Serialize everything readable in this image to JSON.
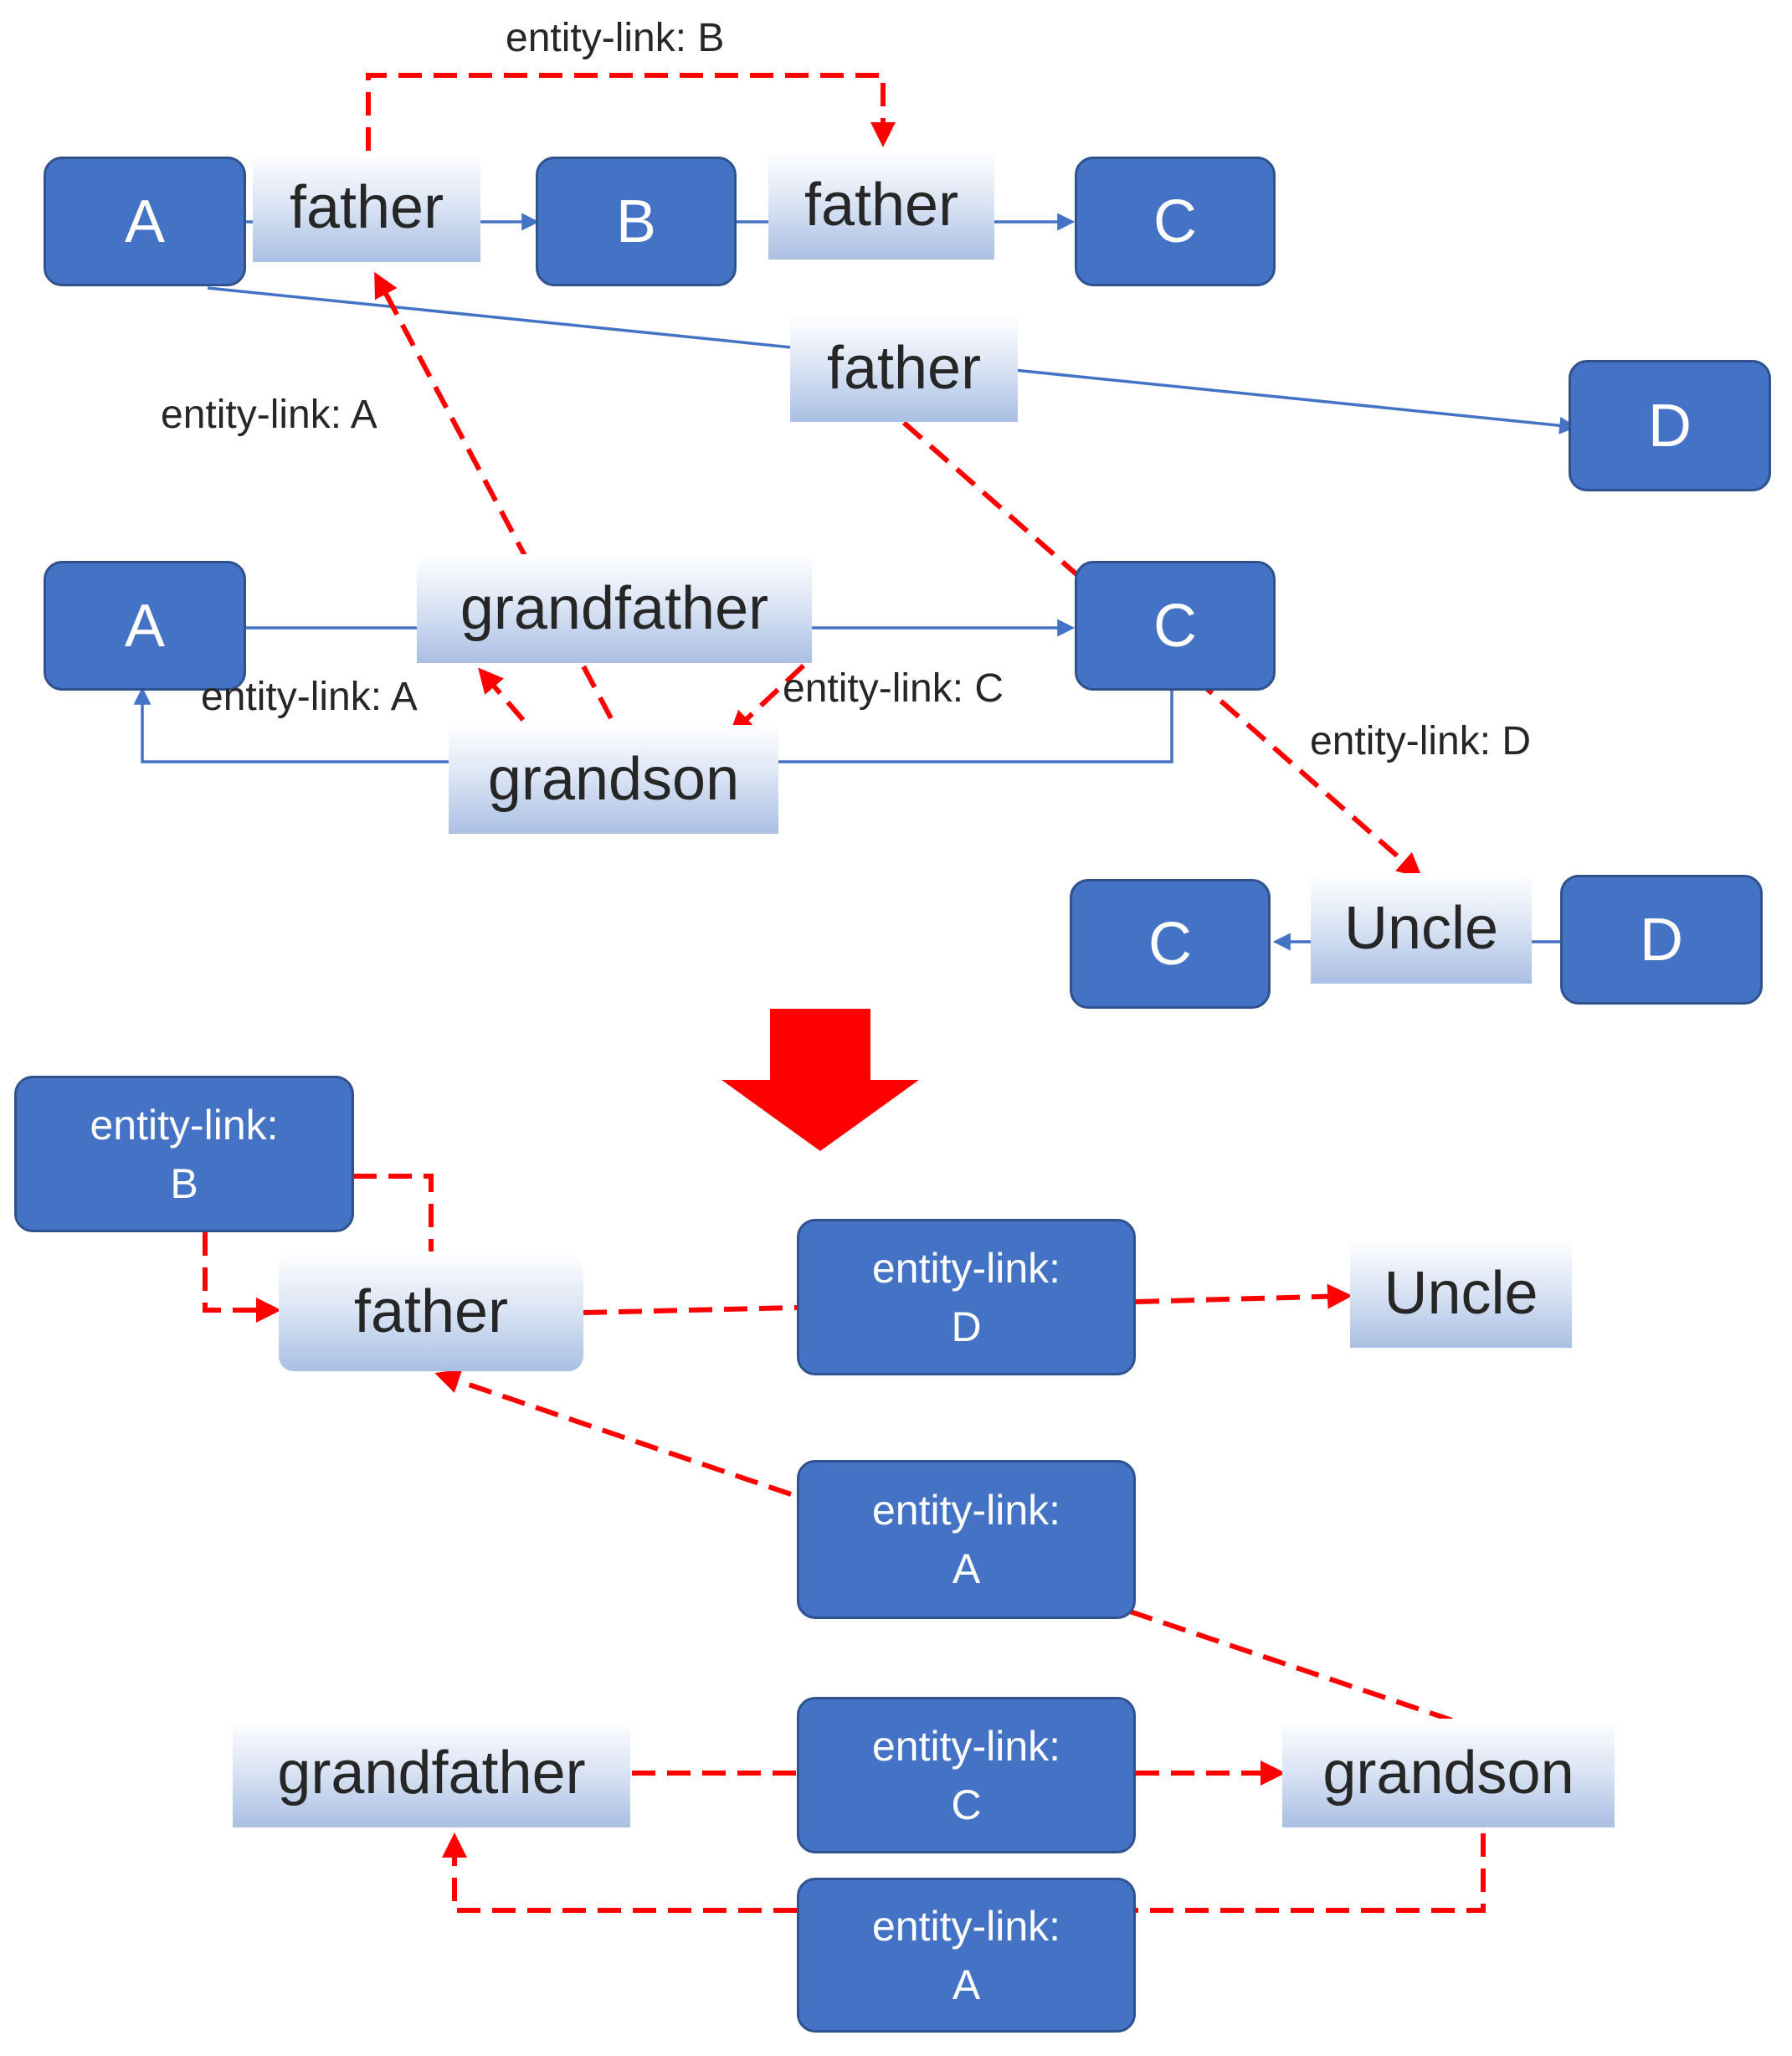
{
  "colors": {
    "node_fill": "#4472C4",
    "node_border": "#2F528F",
    "blue_edge": "#4472C4",
    "red_edge": "#FF0000",
    "text": "#262626"
  },
  "top_graph": {
    "nodes": {
      "a1": "A",
      "b1": "B",
      "c1": "C",
      "d1": "D",
      "a2": "A",
      "c2": "C",
      "c3": "C",
      "d3": "D"
    },
    "relations": {
      "father_ab": "father",
      "father_bc": "father",
      "father_ad": "father",
      "grandfather": "grandfather",
      "grandson": "grandson",
      "uncle": "Uncle"
    },
    "link_labels": {
      "b": "entity-link: B",
      "a_upper": "entity-link: A",
      "a_lower": "entity-link: A",
      "c": "entity-link: C",
      "d": "entity-link: D"
    }
  },
  "bottom_graph": {
    "link_nodes": {
      "b": [
        "entity-link:",
        "B"
      ],
      "d": [
        "entity-link:",
        "D"
      ],
      "a1": [
        "entity-link:",
        "A"
      ],
      "c": [
        "entity-link:",
        "C"
      ],
      "a2": [
        "entity-link:",
        "A"
      ]
    },
    "relations": {
      "father": "father",
      "uncle": "Uncle",
      "grandfather": "grandfather",
      "grandson": "grandson"
    }
  },
  "transition_arrow": "down-arrow"
}
